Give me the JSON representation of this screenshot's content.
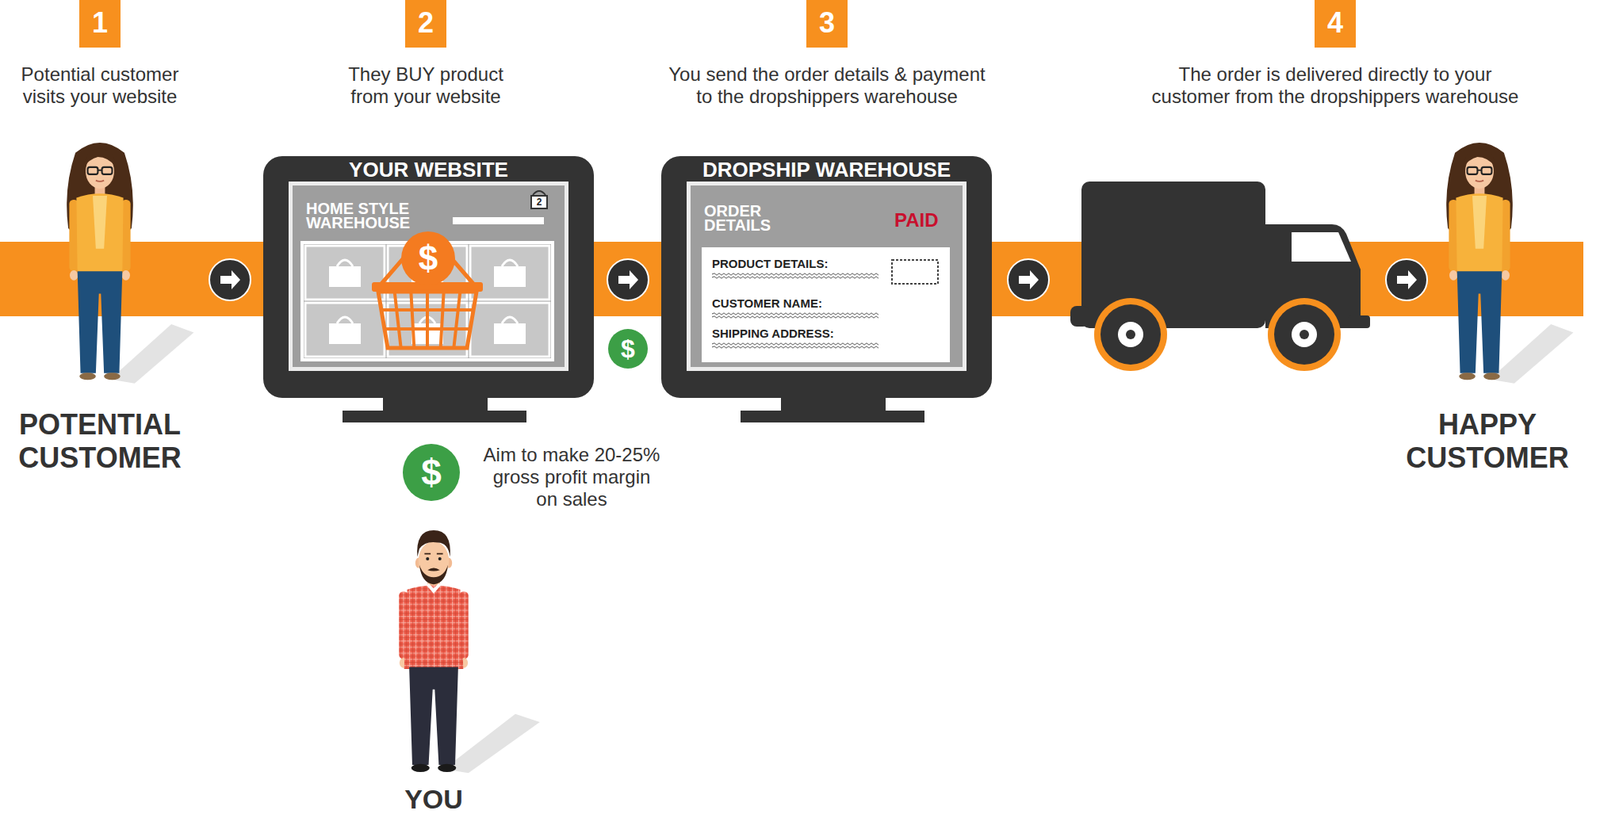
{
  "diagram": {
    "nodes": [
      {
        "text": [
          "1"
        ]
      },
      {
        "text": [
          "2"
        ]
      },
      {
        "text": [
          "3"
        ]
      },
      {
        "text": [
          "4"
        ]
      },
      {
        "text": [
          "YOUR WEBSITE"
        ]
      },
      {
        "text": [
          "HOME STYLE WAREHOUSE"
        ],
        "in": 4
      },
      {
        "text": [
          "2"
        ],
        "in": 5
      },
      {
        "text": [
          "$"
        ],
        "in": 5
      },
      {
        "text": [
          "DROPSHIP WAREHOUSE"
        ]
      },
      {
        "text": [
          "ORDER DETAILS",
          "PAID"
        ],
        "in": 8
      },
      {
        "text": [
          "PRODUCT DETAILS:",
          "CUSTOMER NAME:",
          "SHIPPING ADDRESS:"
        ],
        "in": 9
      },
      {
        "text": [
          "$"
        ]
      },
      {
        "text": [
          "$"
        ]
      }
    ],
    "labels": [
      "Potential customer visits your website",
      "They BUY product from your website",
      "You send the order details & payment to the dropshippers warehouse",
      "The order is delivered directly to your customer from the dropshippers warehouse",
      "POTENTIAL CUSTOMER",
      "HAPPY CUSTOMER",
      "Aim to make 20-25% gross profit margin on sales",
      "YOU"
    ]
  }
}
